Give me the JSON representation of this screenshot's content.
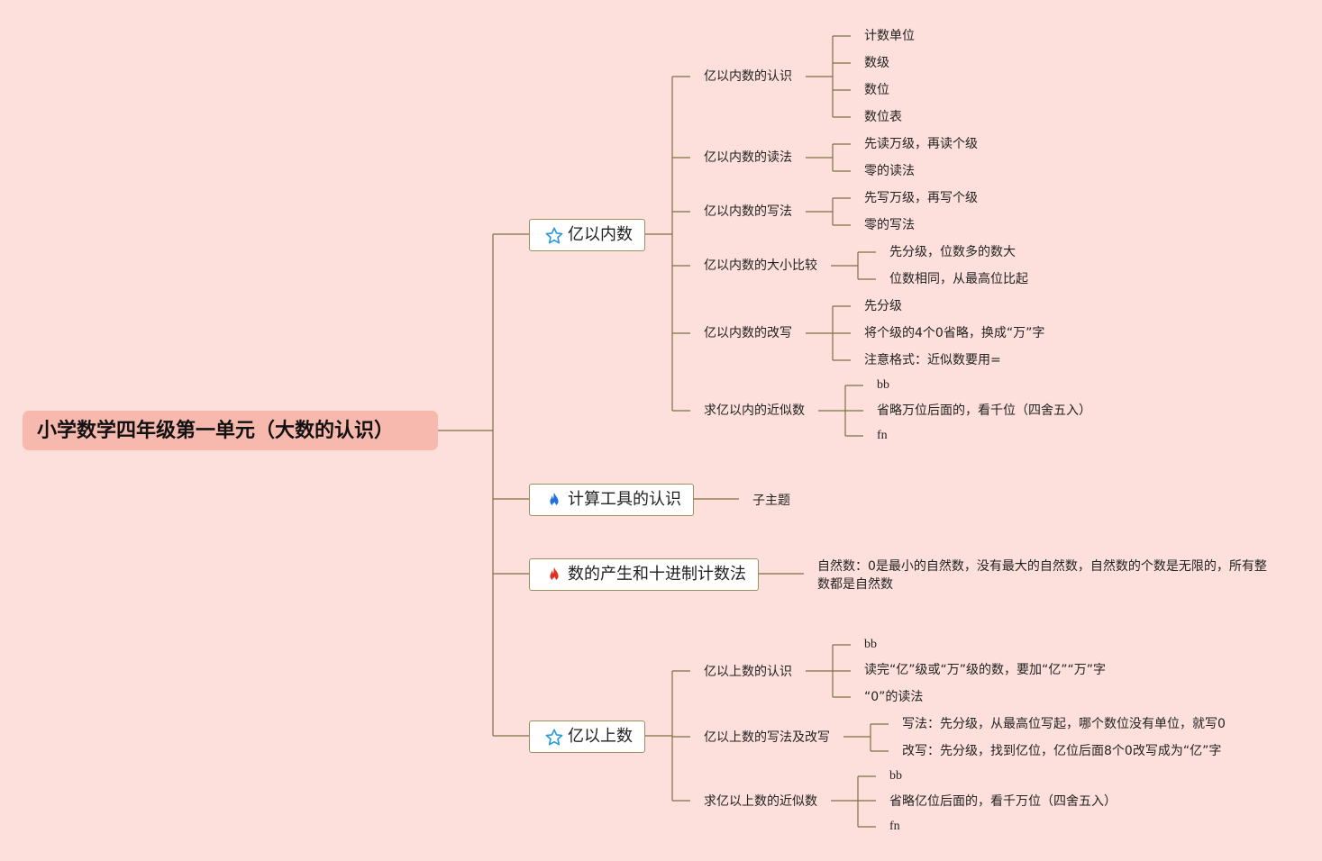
{
  "root": "小学数学四年级第一单元（大数的认识）",
  "colors": {
    "background": "#fde0dc",
    "root_fill": "#f7b8ad",
    "line": "#7d7044",
    "star": "#2b9bd8",
    "flame_blue": "#1f73d8",
    "flame_red": "#e0301e"
  },
  "branches": [
    {
      "label": "亿以内数",
      "icon": "star-icon",
      "children": [
        {
          "label": "亿以内数的认识",
          "items": [
            "计数单位",
            "数级",
            "数位",
            "数位表"
          ]
        },
        {
          "label": "亿以内数的读法",
          "items": [
            "先读万级，再读个级",
            "零的读法"
          ]
        },
        {
          "label": "亿以内数的写法",
          "items": [
            "先写万级，再写个级",
            "零的写法"
          ]
        },
        {
          "label": "亿以内数的大小比较",
          "items": [
            "先分级，位数多的数大",
            "位数相同，从最高位比起"
          ]
        },
        {
          "label": "亿以内数的改写",
          "items": [
            "先分级",
            "将个级的4个0省略，换成“万”字",
            "注意格式：近似数要用="
          ]
        },
        {
          "label": "求亿以内的近似数",
          "items": [
            "bb",
            "省略万位后面的，看千位（四舍五入）",
            "fn"
          ]
        }
      ]
    },
    {
      "label": "计算工具的认识",
      "icon": "flame-blue-icon",
      "children": [
        {
          "label": "子主题"
        }
      ]
    },
    {
      "label": "数的产生和十进制计数法",
      "icon": "flame-red-icon",
      "children": [
        {
          "label": "自然数：0是最小的自然数，没有最大的自然数，自然数的个数是无限的，所有整数都是自然数"
        }
      ]
    },
    {
      "label": "亿以上数",
      "icon": "star-icon",
      "children": [
        {
          "label": "亿以上数的认识",
          "items": [
            "bb",
            "读完“亿”级或“万”级的数，要加“亿”“万”字",
            "“0”的读法"
          ]
        },
        {
          "label": "亿以上数的写法及改写",
          "items": [
            "写法：先分级，从最高位写起，哪个数位没有单位，就写0",
            "改写：先分级，找到亿位，亿位后面8个0改写成为“亿”字"
          ]
        },
        {
          "label": "求亿以上数的近似数",
          "items": [
            "bb",
            "省略亿位后面的，看千万位（四舍五入）",
            "fn"
          ]
        }
      ]
    }
  ]
}
